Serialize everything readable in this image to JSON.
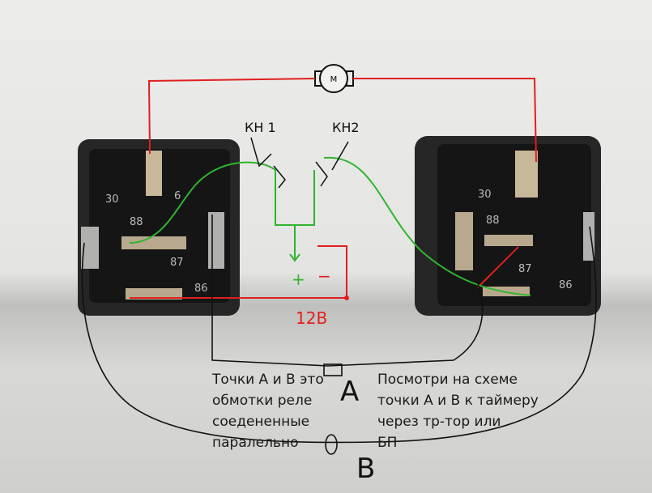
{
  "labels": {
    "motor": "M",
    "switch1": "КН 1",
    "switch2": "КН2",
    "voltage": "12В",
    "plus": "+",
    "minus": "−",
    "point_a": "A",
    "point_b": "B"
  },
  "left_relay_pins": [
    "30",
    "6",
    "88",
    "87",
    "86"
  ],
  "right_relay_pins": [
    "30",
    "88",
    "87",
    "86"
  ],
  "notes": {
    "left": "Точки А и В это\nобмотки реле\nсоедененные\nпаралельно",
    "right": "Посмотри на схеме\nточки А и В к таймеру\nчерез тр-тор или\nБП"
  },
  "colors": {
    "power_wire": "#e0201e",
    "switch_wire": "#2fb52f",
    "coil_wire": "#111111",
    "relay_body": "#2a2a2a"
  }
}
